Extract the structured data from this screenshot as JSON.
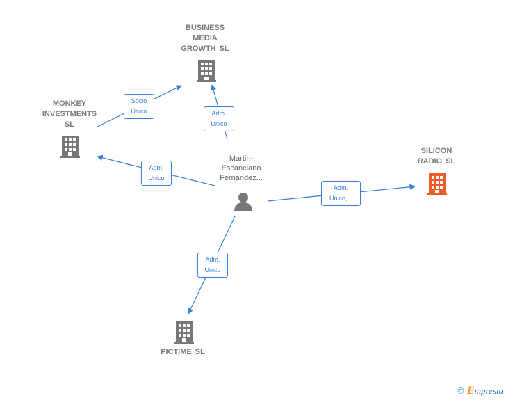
{
  "colors": {
    "edge": "#3a7fd5",
    "company_icon": "#777777",
    "company_icon_highlight": "#f05a28",
    "person_icon": "#777777",
    "label_text": "#7a7a7a",
    "brand_orange": "#f39a1e",
    "brand_blue": "#2f7fc0"
  },
  "nodes": {
    "business_media": {
      "label": "BUSINESS\nMEDIA\nGROWTH  SL",
      "icon": "building-icon"
    },
    "monkey": {
      "label": "MONKEY\nINVESTMENTS\nSL",
      "icon": "building-icon"
    },
    "silicon": {
      "label": "SILICON\nRADIO  SL",
      "icon": "building-icon",
      "highlighted": true
    },
    "pictime": {
      "label": "PICTIME  SL",
      "icon": "building-icon"
    },
    "person": {
      "label": "Martin-\nEscanciano\nFernandez...",
      "icon": "person-icon"
    }
  },
  "edges": {
    "monkey_to_business": {
      "label": "Socio\nÚnico"
    },
    "person_to_business": {
      "label": "Adm.\nUnico"
    },
    "person_to_monkey": {
      "label": "Adm.\nUnico"
    },
    "person_to_silicon": {
      "label": "Adm.\nUnico,..."
    },
    "person_to_pictime": {
      "label": "Adm.\nUnico"
    }
  },
  "footer": {
    "copyright": "©",
    "brand_first": "E",
    "brand_rest": "mpresia"
  }
}
